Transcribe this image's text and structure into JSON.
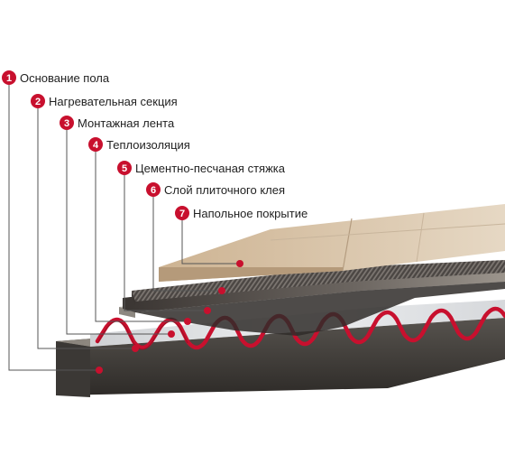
{
  "diagram": {
    "accent_color": "#c8102e",
    "leader_color": "#555555",
    "layers": [
      {
        "num": "1",
        "label": "Основание пола"
      },
      {
        "num": "2",
        "label": "Нагревательная секция"
      },
      {
        "num": "3",
        "label": "Монтажная лента"
      },
      {
        "num": "4",
        "label": "Теплоизоляция"
      },
      {
        "num": "5",
        "label": "Цементно-песчаная стяжка"
      },
      {
        "num": "6",
        "label": "Слой плиточного клея"
      },
      {
        "num": "7",
        "label": "Напольное покрытие"
      }
    ]
  }
}
